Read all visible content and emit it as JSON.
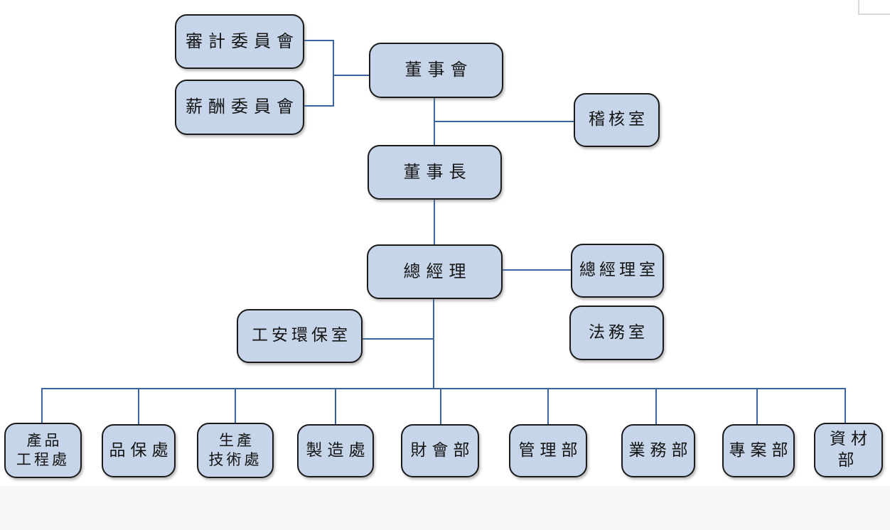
{
  "canvas": {
    "background_color": "#ffffff",
    "bottom_strip_color": "#f7f7f7",
    "node_fill_color": "#c6d5e9",
    "node_border_color": "#1a1a1a",
    "connector_color": "#3a64a0",
    "crop_mark_color": "#d9d9d9"
  },
  "org_chart": {
    "nodes": {
      "audit_committee": {
        "label": "審計委員會"
      },
      "remuneration_committee": {
        "label": "薪酬委員會"
      },
      "board_of_directors": {
        "label": "董事會"
      },
      "audit_office": {
        "label": "稽核室"
      },
      "chairman": {
        "label": "董事長"
      },
      "general_manager": {
        "label": "總經理"
      },
      "general_manager_office": {
        "label": "總經理室"
      },
      "legal_office": {
        "label": "法務室"
      },
      "safety_environment_office": {
        "label": "工安環保室"
      },
      "product_engineering_division": {
        "label": "產品\n工程處"
      },
      "quality_assurance_division": {
        "label": "品保處"
      },
      "production_technology_division": {
        "label": "生產\n技術處"
      },
      "manufacturing_division": {
        "label": "製造處"
      },
      "finance_accounting_dept": {
        "label": "財會部"
      },
      "administration_dept": {
        "label": "管理部"
      },
      "sales_dept": {
        "label": "業務部"
      },
      "project_dept": {
        "label": "專案部"
      },
      "materials_dept": {
        "label": "資材部"
      }
    },
    "edges": [
      [
        "audit_committee",
        "board_of_directors"
      ],
      [
        "remuneration_committee",
        "board_of_directors"
      ],
      [
        "board_of_directors",
        "audit_office"
      ],
      [
        "board_of_directors",
        "chairman"
      ],
      [
        "chairman",
        "general_manager"
      ],
      [
        "general_manager",
        "general_manager_office"
      ],
      [
        "general_manager",
        "safety_environment_office"
      ],
      [
        "general_manager",
        "product_engineering_division"
      ],
      [
        "general_manager",
        "quality_assurance_division"
      ],
      [
        "general_manager",
        "production_technology_division"
      ],
      [
        "general_manager",
        "manufacturing_division"
      ],
      [
        "general_manager",
        "finance_accounting_dept"
      ],
      [
        "general_manager",
        "administration_dept"
      ],
      [
        "general_manager",
        "sales_dept"
      ],
      [
        "general_manager",
        "project_dept"
      ],
      [
        "general_manager",
        "materials_dept"
      ]
    ]
  }
}
